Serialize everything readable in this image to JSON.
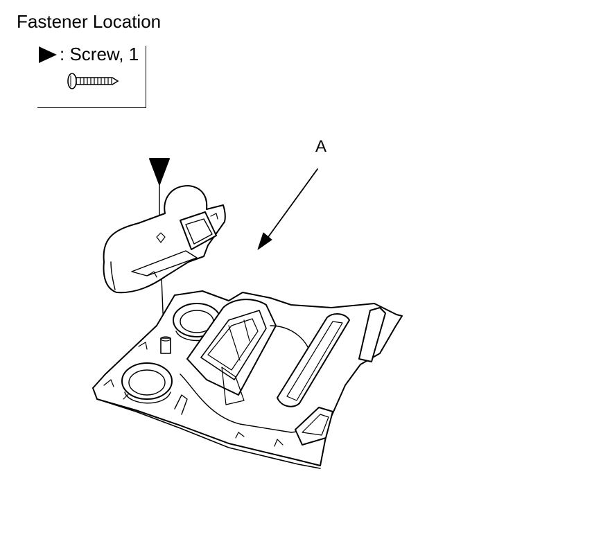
{
  "title": "Fastener Location",
  "legend": {
    "marker_icon": "filled-triangle-pointer",
    "label": ": Screw, 1",
    "fastener_icon": "screw-icon"
  },
  "callouts": {
    "a_label": "A"
  },
  "colors": {
    "ink": "#000000",
    "background": "#ffffff"
  }
}
